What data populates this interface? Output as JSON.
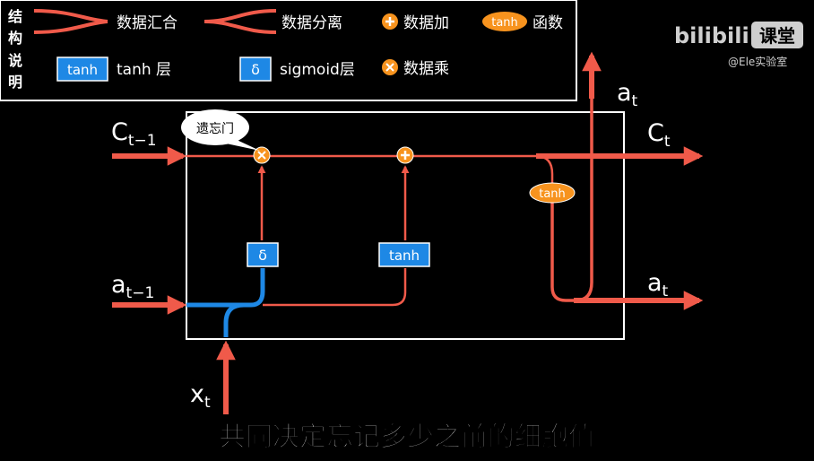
{
  "legend": {
    "title": [
      "结",
      "构",
      "说",
      "明"
    ],
    "merge_label": "数据汇合",
    "split_label": "数据分离",
    "add_label": "数据加",
    "tanh_func_label": "函数",
    "tanh_func_badge": "tanh",
    "tanh_layer_badge": "tanh",
    "tanh_layer_label": "tanh 层",
    "sigmoid_badge": "δ",
    "sigmoid_label": "sigmoid层",
    "multiply_label": "数据乘"
  },
  "watermark": {
    "brand": "bilibili",
    "course": "课堂",
    "author": "@Ele实验室"
  },
  "diagram": {
    "input_c": {
      "main": "C",
      "sub": "t−1"
    },
    "input_a": {
      "main": "a",
      "sub": "t−1"
    },
    "input_x": {
      "main": "x",
      "sub": "t"
    },
    "output_c": {
      "main": "C",
      "sub": "t"
    },
    "output_a": {
      "main": "a",
      "sub": "t"
    },
    "output_a_top": {
      "main": "a",
      "sub": "t"
    },
    "forget_bubble": "遗忘门",
    "sigmoid_box": "δ",
    "tanh_box": "tanh",
    "tanh_oval": "tanh"
  },
  "subtitle": "共同决定忘记多少之前的细胞值",
  "colors": {
    "line_red": "#f05a4a",
    "line_blue": "#1e88e5",
    "badge_blue": "#1e88e5",
    "badge_orange": "#f7931e"
  }
}
